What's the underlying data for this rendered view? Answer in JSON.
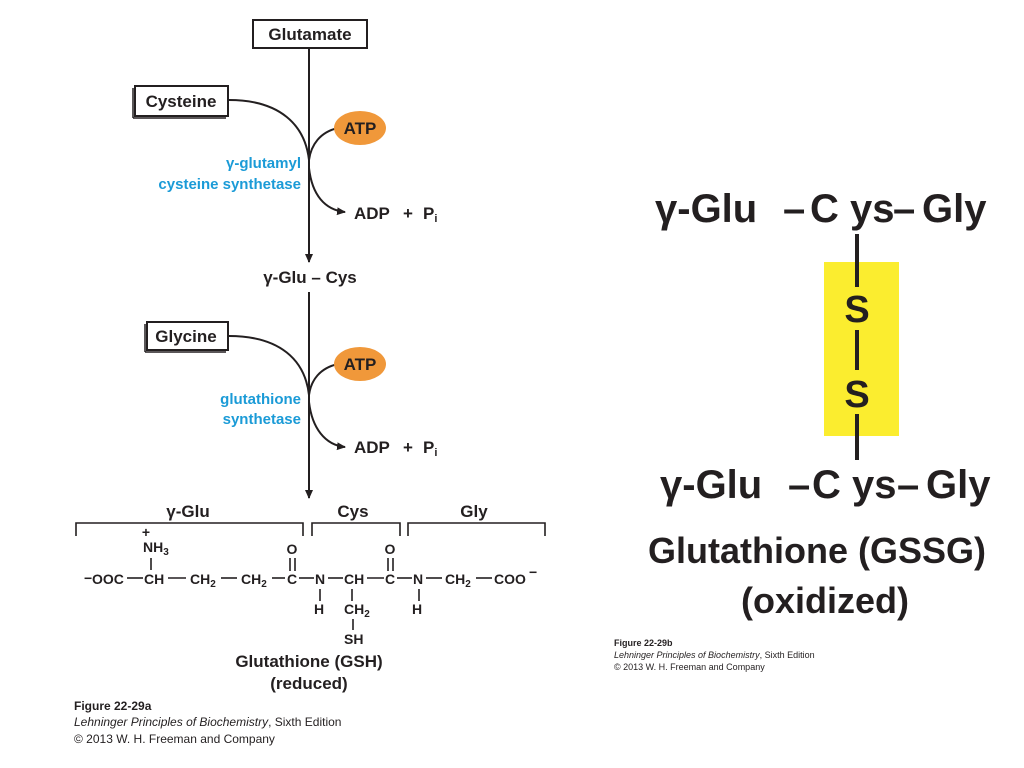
{
  "pathway": {
    "glutamate": "Glutamate",
    "cysteine": "Cysteine",
    "atp1": "ATP",
    "enzyme1_line1": "γ-glutamyl",
    "enzyme1_line2": "cysteine synthetase",
    "adp1": "ADP",
    "plus1": "+",
    "pi1_p": "P",
    "pi1_sub": "i",
    "intermediate": "γ-Glu – Cys",
    "glycine": "Glycine",
    "atp2": "ATP",
    "enzyme2_line1": "glutathione",
    "enzyme2_line2": "synthetase",
    "adp2": "ADP",
    "plus2": "+",
    "pi2_p": "P",
    "pi2_sub": "i"
  },
  "gsh": {
    "segment_glu": "γ-Glu",
    "segment_cys": "Cys",
    "segment_gly": "Gly",
    "plus": "+",
    "nh3": "NH",
    "nh3_sub": "3",
    "minus_left": "−",
    "ooc": "OOC",
    "ch1": "CH",
    "ch2a": "CH",
    "ch2a_sub": "2",
    "ch2b": "CH",
    "ch2b_sub": "2",
    "c1": "C",
    "o1": "O",
    "n1": "N",
    "h1": "H",
    "ch3": "CH",
    "ch2c": "CH",
    "ch2c_sub": "2",
    "sh": "SH",
    "c2": "C",
    "o2": "O",
    "n2": "N",
    "h2": "H",
    "ch2d": "CH",
    "ch2d_sub": "2",
    "coo": "COO",
    "minus_right": "−",
    "name": "Glutathione (GSH)",
    "state": "(reduced)"
  },
  "caption_a": {
    "figure": "Figure 22-29a",
    "book": "Lehninger Principles of Biochemistry",
    "edition": ", Sixth Edition",
    "copyright": "© 2013 W. H. Freeman and Company"
  },
  "gssg": {
    "top_glu": "γ-Glu",
    "top_dash1": "–",
    "top_cys": "C ys",
    "top_dash2": "–",
    "top_gly": "Gly",
    "s1": "S",
    "s2": "S",
    "bottom_glu": "γ-Glu",
    "bottom_dash1": "–",
    "bottom_cys": "C ys",
    "bottom_dash2": "–",
    "bottom_gly": "Gly",
    "name": "Glutathione  (GSSG)",
    "state": "(oxidized)",
    "highlight_color": "#fbed2f"
  },
  "caption_b": {
    "figure": "Figure 22-29b",
    "book": "Lehninger Principles of Biochemistry",
    "edition": ", Sixth Edition",
    "copyright": "© 2013 W. H. Freeman and Company"
  },
  "colors": {
    "atp_fill": "#f0983a",
    "enzyme_text": "#1b9bd7",
    "ink": "#231f20"
  }
}
